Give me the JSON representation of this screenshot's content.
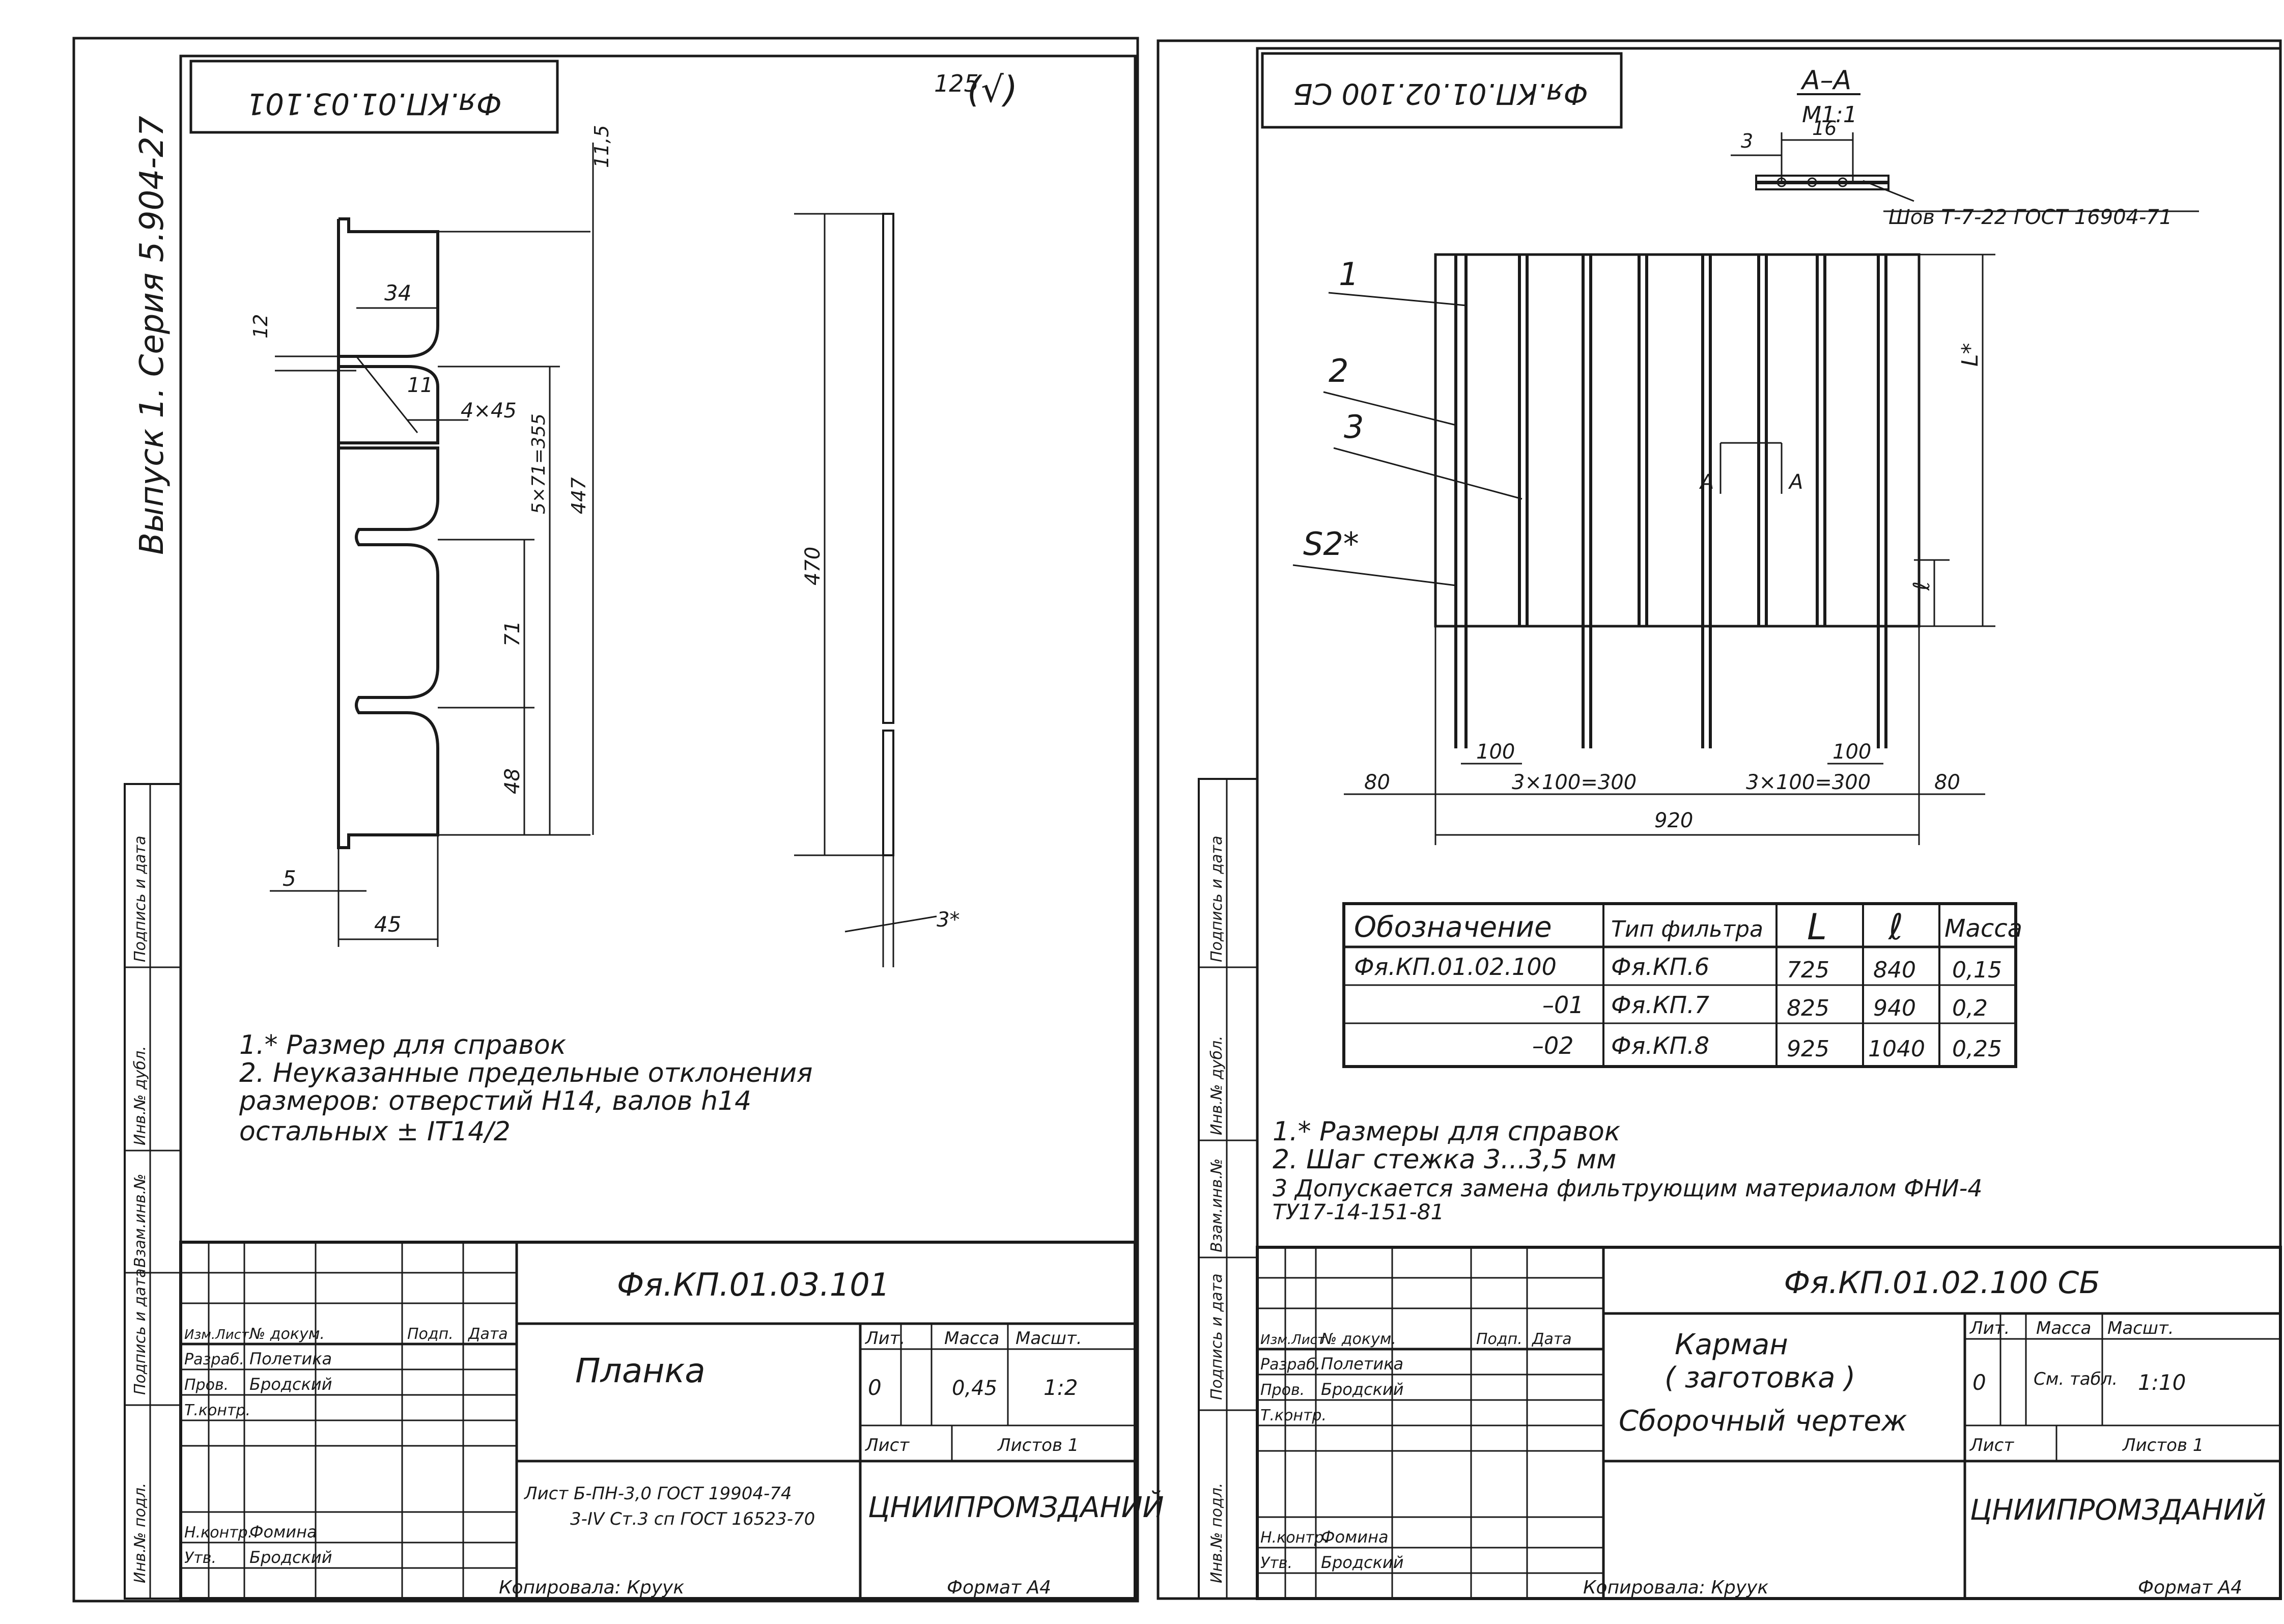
{
  "left": {
    "series_vertical": "Выпуск 1. Серия 5.904-27",
    "corner_code": "Фя.КП.01.03.101",
    "roughness": "125",
    "roughness_suffix": "(√)",
    "dims": {
      "d115": "11,5",
      "d34": "34",
      "d12": "12",
      "d11": "11",
      "d4x45": "4×45",
      "d5x71": "5×71=355",
      "d447": "447",
      "d71": "71",
      "d48": "48",
      "d5": "5",
      "d45": "45",
      "d470": "470",
      "d3s": "3*"
    },
    "notes": [
      "1.* Размер для справок",
      "2.  Неуказанные предельные отклонения",
      "     размеров: отверстий H14, валов h14",
      "     остальных ± IT14/2"
    ],
    "title_block": {
      "code": "Фя.КП.01.03.101",
      "name": "Планка",
      "lit_h": "Лит.",
      "mass_h": "Масса",
      "scale_h": "Масшт.",
      "lit": "0",
      "mass": "0,45",
      "scale": "1:2",
      "sheet_h": "Лист",
      "sheets_h": "Листов 1",
      "material_line1": "Лист Б-ПН-3,0 ГОСТ 19904-74",
      "material_line2": "3-IV Ст.3 сп ГОСТ 16523-70",
      "org": "ЦНИИПРОМЗДАНИЙ",
      "rows": [
        "Изм.Лист",
        "Разраб.",
        "Пров.",
        "Т.контр.",
        "Н.контр.",
        "Утв."
      ],
      "names": [
        "№ докум.",
        "Полетика",
        "Бродский",
        "",
        "Фомина",
        "Бродский"
      ],
      "cols": [
        "Подп.",
        "Дата"
      ]
    },
    "copy": "Копировала: Круук",
    "format": "Формат А4",
    "side_labels": [
      "Инв.№ подл.",
      "Подпись и дата",
      "Взам.инв.№",
      "Инв.№ дубл.",
      "Подпись и дата"
    ]
  },
  "right": {
    "corner_code": "Фя.КП.01.02.100 СБ",
    "section": "А–А",
    "section_scale": "М1:1",
    "sec_dims": {
      "d3": "3",
      "d16": "16"
    },
    "weld": "Шов Т-7-22 ГОСТ 16904-71",
    "callouts": [
      "1",
      "2",
      "3",
      "S2*"
    ],
    "cut_a": "А",
    "dims": {
      "L": "L*",
      "l": "ℓ",
      "d100a": "100",
      "d3x100a": "3×100=300",
      "d3x100b": "3×100=300",
      "d100b": "100",
      "d80a": "80",
      "d80b": "80",
      "d920": "920"
    },
    "table": {
      "headers": [
        "Обозначение",
        "Тип фильтра",
        "L",
        "ℓ",
        "Масса"
      ],
      "rows": [
        [
          "Фя.КП.01.02.100",
          "Фя.КП.6",
          "725",
          "840",
          "0,15"
        ],
        [
          "–01",
          "Фя.КП.7",
          "825",
          "940",
          "0,2"
        ],
        [
          "–02",
          "Фя.КП.8",
          "925",
          "1040",
          "0,25"
        ]
      ]
    },
    "notes": [
      "1.* Размеры для справок",
      "2.  Шаг стежка 3...3,5 мм",
      "3   Допускается замена фильтрующим материалом ФНИ-4",
      "     ТУ17-14-151-81"
    ],
    "title_block": {
      "code": "Фя.КП.01.02.100 СБ",
      "name1": "Карман",
      "name2": "( заготовка )",
      "name3": "Сборочный чертеж",
      "lit_h": "Лит.",
      "mass_h": "Масса",
      "scale_h": "Масшт.",
      "lit": "0",
      "mass": "См. табл.",
      "scale": "1:10",
      "sheet_h": "Лист",
      "sheets_h": "Листов 1",
      "org": "ЦНИИПРОМЗДАНИЙ",
      "rows": [
        "Изм.Лист",
        "Разраб.",
        "Пров.",
        "Т.контр.",
        "Н.контр.",
        "Утв."
      ],
      "names": [
        "№ докум.",
        "Полетика",
        "Бродский",
        "",
        "Фомина",
        "Бродский"
      ],
      "cols": [
        "Подп.",
        "Дата"
      ]
    },
    "copy": "Копировала: Круук",
    "format": "Формат А4",
    "side_labels": [
      "Инв.№ подл.",
      "Подпись и дата",
      "Взам.инв.№",
      "Инв.№ дубл.",
      "Подпись и дата"
    ]
  }
}
